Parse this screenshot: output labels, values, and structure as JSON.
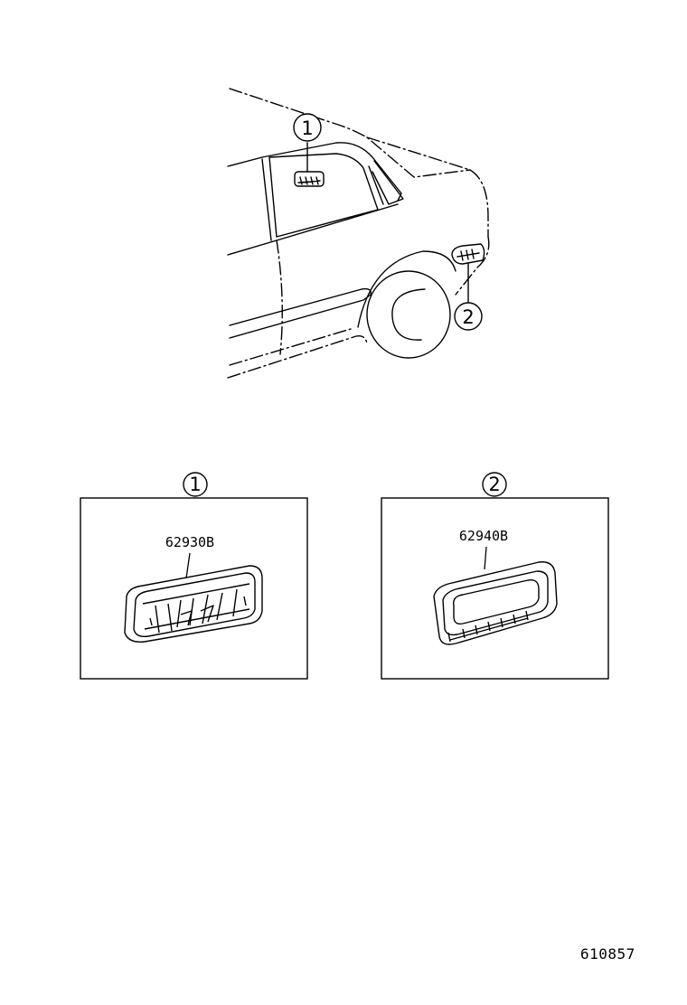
{
  "overview": {
    "callout_1": "1",
    "callout_2": "2"
  },
  "details": [
    {
      "callout": "1",
      "part_number": "62930B"
    },
    {
      "callout": "2",
      "part_number": "62940B"
    }
  ],
  "diagram_id": "610857",
  "colors": {
    "line": "#000000",
    "background": "#ffffff"
  }
}
